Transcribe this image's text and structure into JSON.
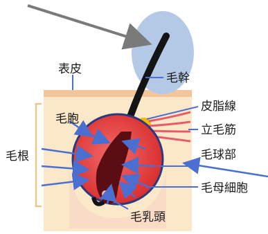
{
  "labels": {
    "epidermis": "表皮",
    "hair_shaft": "毛幹",
    "sebaceous_gland": "皮脂線",
    "hair_follicle": "毛胞",
    "arrector_pili": "立毛筋",
    "hair_root": "毛根",
    "hair_bulb": "毛球部",
    "matrix_cell": "毛母細胞",
    "dermal_papilla": "毛乳頭"
  },
  "colors": {
    "skin_band": "#f3c59a",
    "dermis": "#fbe8c8",
    "blue_oval": "#b3c9e6",
    "hair": "#141414",
    "bulb_red": "#e23c3c",
    "muscle": "#e85b6b",
    "gland": "#f0b800",
    "callout_line": "#4b6fd0",
    "grey_arrow": "#7a7a7a"
  }
}
